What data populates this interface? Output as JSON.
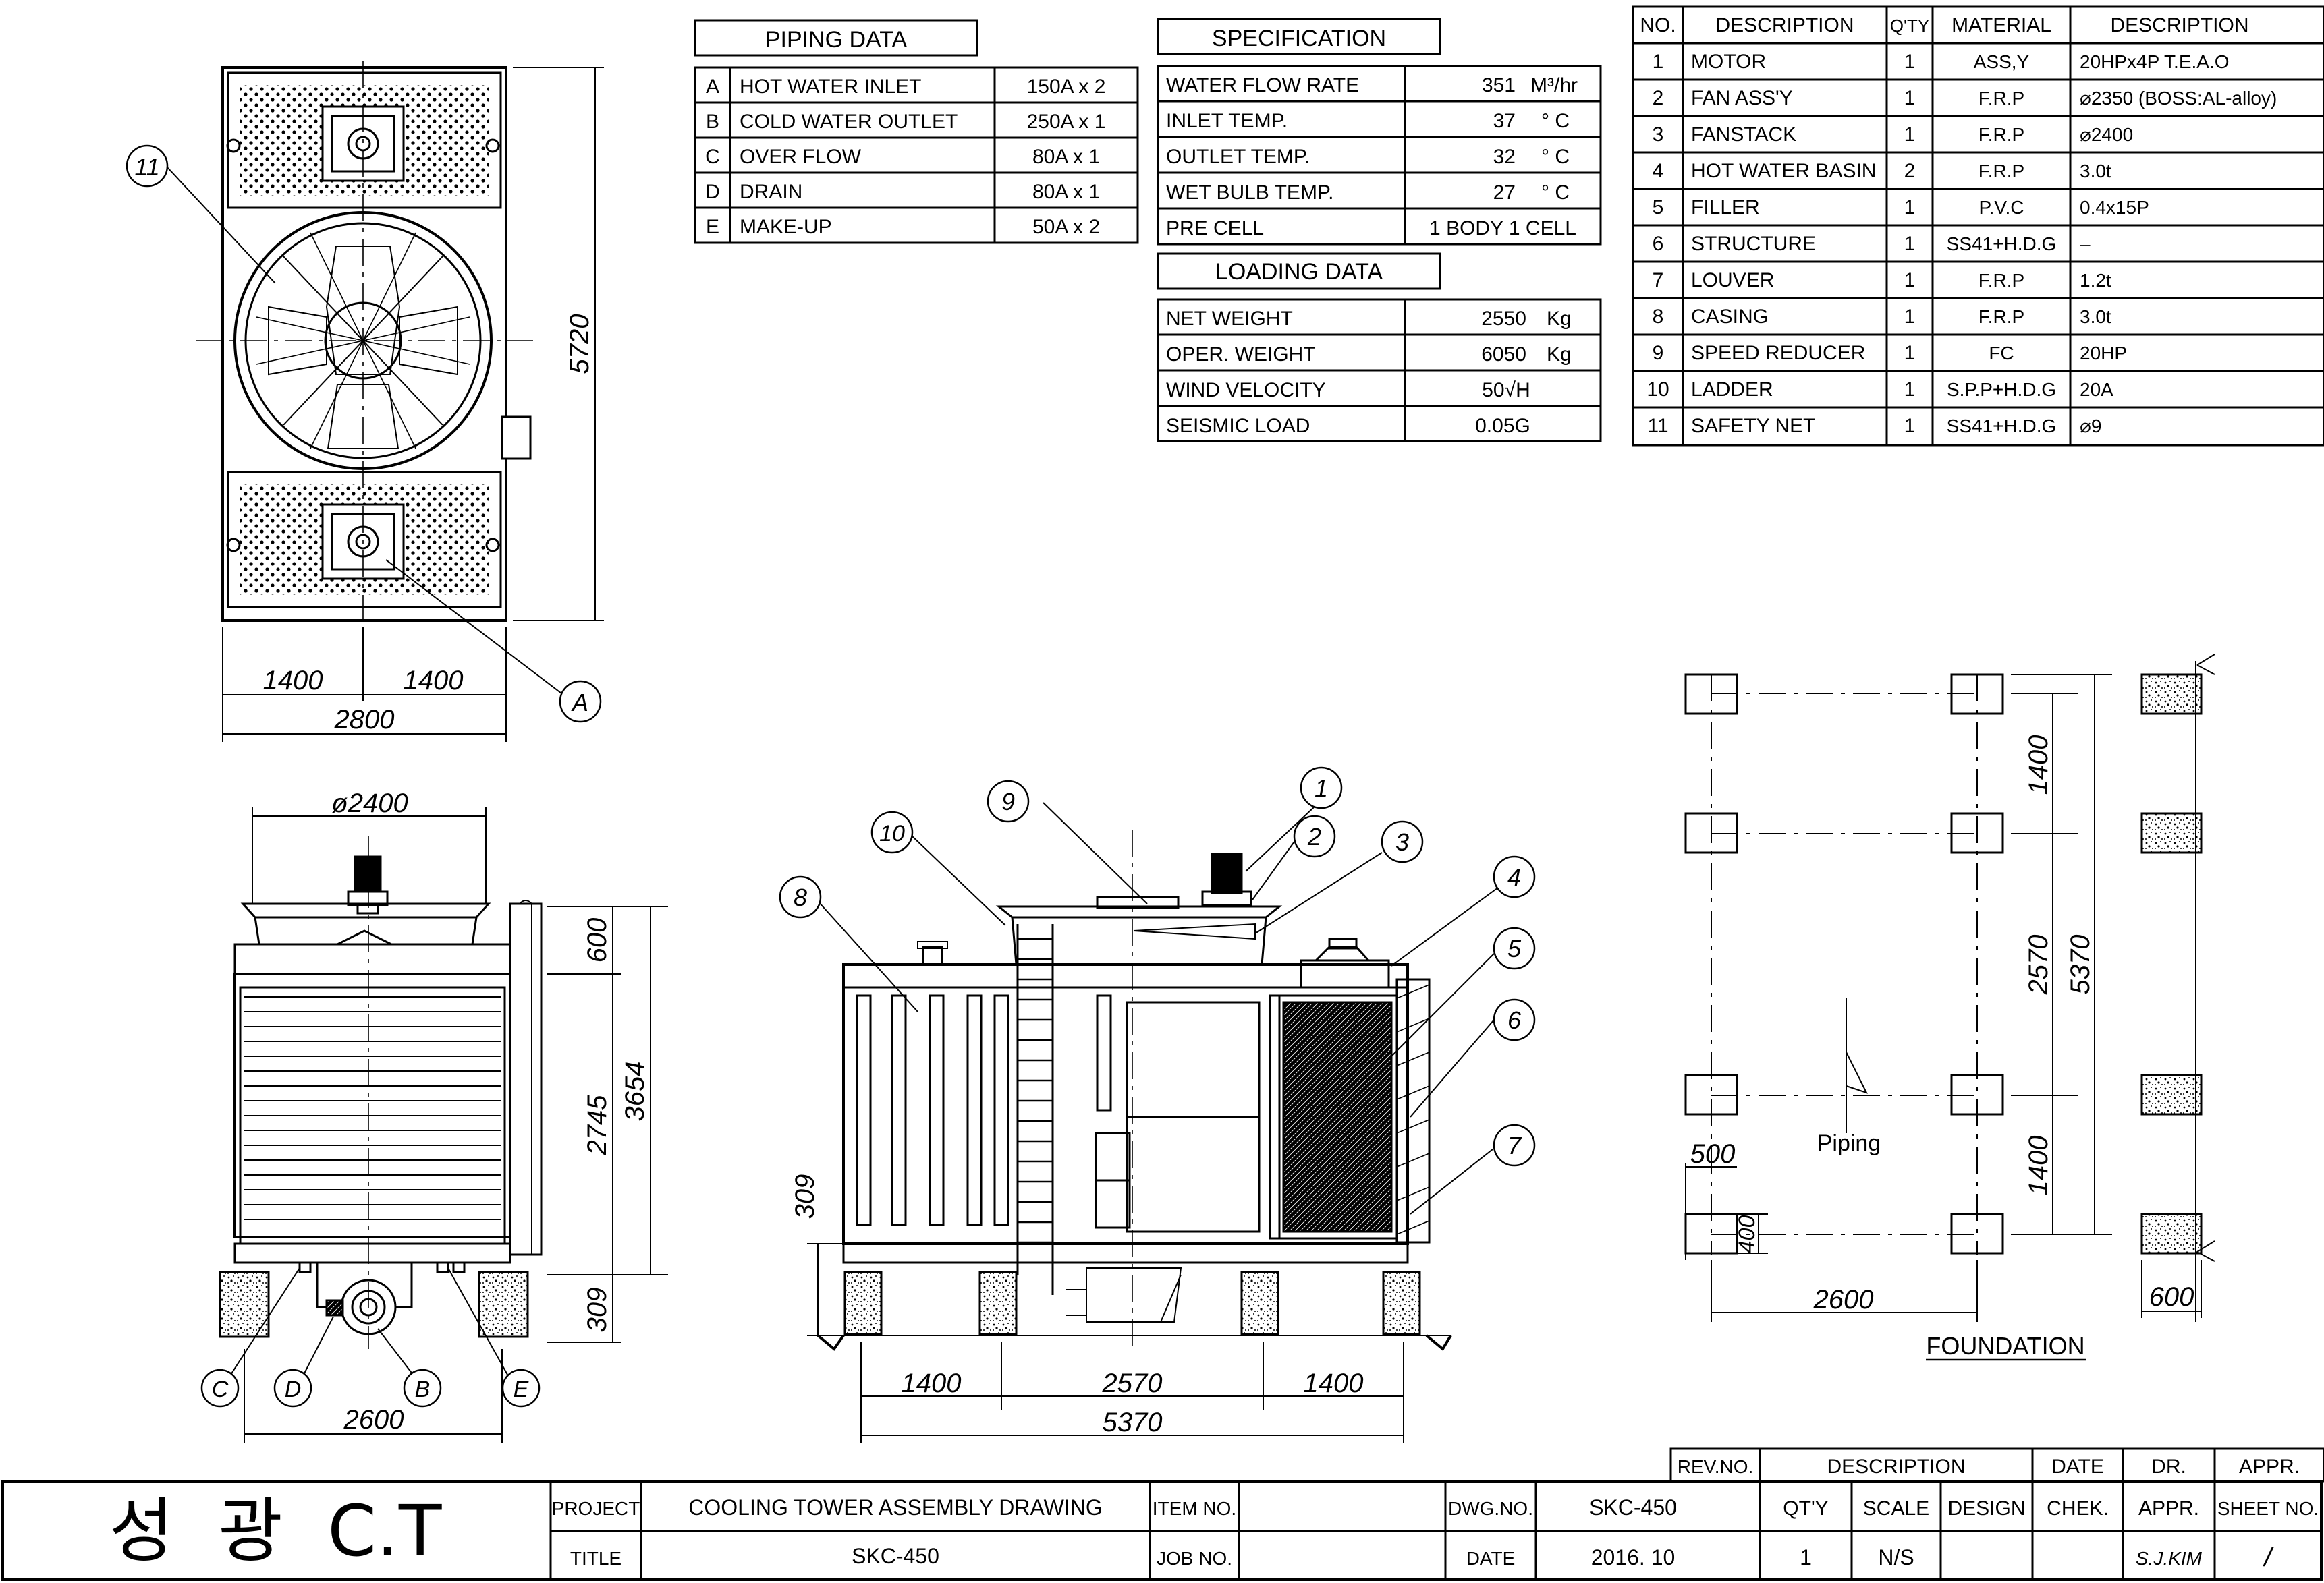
{
  "piping_data": {
    "title": "PIPING DATA",
    "rows": [
      {
        "key": "A",
        "item": "HOT WATER INLET",
        "size": "150A x 2"
      },
      {
        "key": "B",
        "item": "COLD WATER OUTLET",
        "size": "250A x 1"
      },
      {
        "key": "C",
        "item": "OVER FLOW",
        "size": "80A x 1"
      },
      {
        "key": "D",
        "item": "DRAIN",
        "size": "80A x 1"
      },
      {
        "key": "E",
        "item": "MAKE-UP",
        "size": "50A x 2"
      }
    ]
  },
  "specification": {
    "title": "SPECIFICATION",
    "rows": [
      {
        "item": "WATER FLOW RATE",
        "value": "351",
        "unit": "M³/hr"
      },
      {
        "item": "INLET TEMP.",
        "value": "37",
        "unit": "° C"
      },
      {
        "item": "OUTLET TEMP.",
        "value": "32",
        "unit": "° C"
      },
      {
        "item": "WET BULB TEMP.",
        "value": "27",
        "unit": "° C"
      },
      {
        "item": "PRE CELL",
        "value": "1 BODY 1 CELL",
        "unit": ""
      }
    ]
  },
  "loading_data": {
    "title": "LOADING DATA",
    "rows": [
      {
        "item": "NET WEIGHT",
        "value": "2550",
        "unit": "Kg"
      },
      {
        "item": "OPER. WEIGHT",
        "value": "6050",
        "unit": "Kg"
      },
      {
        "item": "WIND VELOCITY",
        "value": "50√H",
        "unit": ""
      },
      {
        "item": "SEISMIC LOAD",
        "value": "0.05G",
        "unit": ""
      }
    ]
  },
  "parts_list": {
    "headers": [
      "NO.",
      "DESCRIPTION",
      "Q'TY",
      "MATERIAL",
      "DESCRIPTION"
    ],
    "rows": [
      [
        "1",
        "MOTOR",
        "1",
        "ASS,Y",
        "20HPx4P  T.E.A.O"
      ],
      [
        "2",
        "FAN ASS'Y",
        "1",
        "F.R.P",
        "⌀2350 (BOSS:AL-alloy)"
      ],
      [
        "3",
        "FANSTACK",
        "1",
        "F.R.P",
        "⌀2400"
      ],
      [
        "4",
        "HOT WATER BASIN",
        "2",
        "F.R.P",
        "3.0t"
      ],
      [
        "5",
        "FILLER",
        "1",
        "P.V.C",
        "0.4x15P"
      ],
      [
        "6",
        "STRUCTURE",
        "1",
        "SS41+H.D.G",
        "–"
      ],
      [
        "7",
        "LOUVER",
        "1",
        "F.R.P",
        "1.2t"
      ],
      [
        "8",
        "CASING",
        "1",
        "F.R.P",
        "3.0t"
      ],
      [
        "9",
        "SPEED REDUCER",
        "1",
        "FC",
        "20HP"
      ],
      [
        "10",
        "LADDER",
        "1",
        "S.P.P+H.D.G",
        "20A"
      ],
      [
        "11",
        "SAFETY NET",
        "1",
        "SS41+H.D.G",
        "⌀9"
      ]
    ]
  },
  "plan_view": {
    "dim_half_left": "1400",
    "dim_half_right": "1400",
    "dim_width": "2800",
    "dim_length": "5720",
    "callouts": [
      "11",
      "A"
    ]
  },
  "front_view": {
    "dim_stack_dia": "ø2400",
    "dim_stack_h": "600",
    "dim_body_h": "2745",
    "dim_total_h": "3654",
    "dim_base_h": "309",
    "dim_width": "2600",
    "callouts": [
      "C",
      "D",
      "B",
      "E"
    ]
  },
  "side_view": {
    "dim_base_h": "309",
    "dim_left": "1400",
    "dim_mid": "2570",
    "dim_right": "1400",
    "dim_total": "5370",
    "callouts": [
      "1",
      "2",
      "3",
      "4",
      "5",
      "6",
      "7",
      "8",
      "9",
      "10"
    ]
  },
  "foundation": {
    "title": "FOUNDATION",
    "piping_label": "Piping",
    "dim_top": "1400",
    "dim_mid": "2570",
    "dim_bottom": "1400",
    "dim_total": "5370",
    "dim_width": "2600",
    "dim_pad": "500",
    "dim_pad_h": "400",
    "dim_side_pad": "600"
  },
  "revision_block": {
    "headers": [
      "REV.NO.",
      "DESCRIPTION",
      "DATE",
      "DR.",
      "APPR."
    ]
  },
  "title_block": {
    "company": "성  광  C.T",
    "project_label": "PROJECT",
    "project_value": "COOLING TOWER ASSEMBLY DRAWING",
    "title_label": "TITLE",
    "title_value": "SKC-450",
    "item_no_label": "ITEM NO.",
    "item_no_value": "",
    "job_no_label": "JOB NO.",
    "job_no_value": "",
    "dwg_no_label": "DWG.NO.",
    "dwg_no_value": "SKC-450",
    "date_label": "DATE",
    "date_value": "2016. 10",
    "qty_label": "QT'Y",
    "qty_value": "1",
    "scale_label": "SCALE",
    "scale_value": "N/S",
    "design_label": "DESIGN",
    "design_value": "",
    "check_label": "CHEK.",
    "check_value": "",
    "appr_label": "APPR.",
    "appr_value": "S.J.KIM",
    "sheet_label": "SHEET NO.",
    "sheet_value": "/"
  }
}
